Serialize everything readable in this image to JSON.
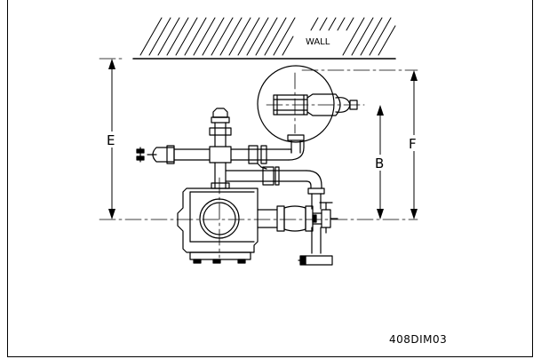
{
  "diagram": {
    "wall_label": "WALL",
    "dimensions": {
      "e": "E",
      "b": "B",
      "f": "F"
    },
    "drawing_code": "408DIM03"
  }
}
